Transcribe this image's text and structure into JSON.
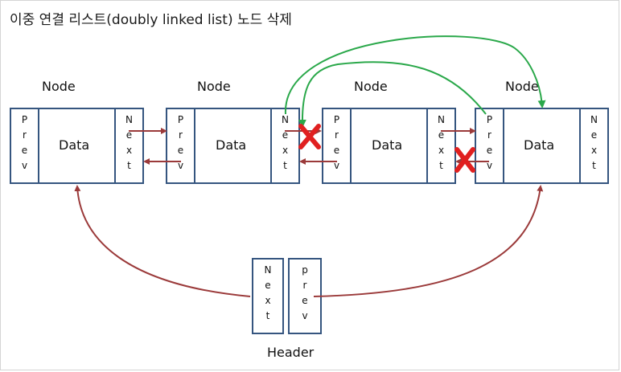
{
  "title": "이중 연결 리스트(doubly linked list) 노드 삭제",
  "nodes": [
    {
      "label": "Node",
      "prev": [
        "P",
        "r",
        "e",
        "v"
      ],
      "data": "Data",
      "next": [
        "N",
        "e",
        "x",
        "t"
      ]
    },
    {
      "label": "Node",
      "prev": [
        "P",
        "r",
        "e",
        "v"
      ],
      "data": "Data",
      "next": [
        "N",
        "e",
        "x",
        "t"
      ]
    },
    {
      "label": "Node",
      "prev": [
        "P",
        "r",
        "e",
        "v"
      ],
      "data": "Data",
      "next": [
        "N",
        "e",
        "x",
        "t"
      ]
    },
    {
      "label": "Node",
      "prev": [
        "P",
        "r",
        "e",
        "v"
      ],
      "data": "Data",
      "next": [
        "N",
        "e",
        "x",
        "t"
      ]
    }
  ],
  "header": {
    "label": "Header",
    "next": [
      "N",
      "e",
      "x",
      "t"
    ],
    "prev": [
      "p",
      "r",
      "e",
      "v"
    ]
  },
  "colors": {
    "box_border": "#35557f",
    "link_arrow": "#9b3a3a",
    "new_link": "#2aa84a",
    "deleted_mark": "#e02020"
  }
}
